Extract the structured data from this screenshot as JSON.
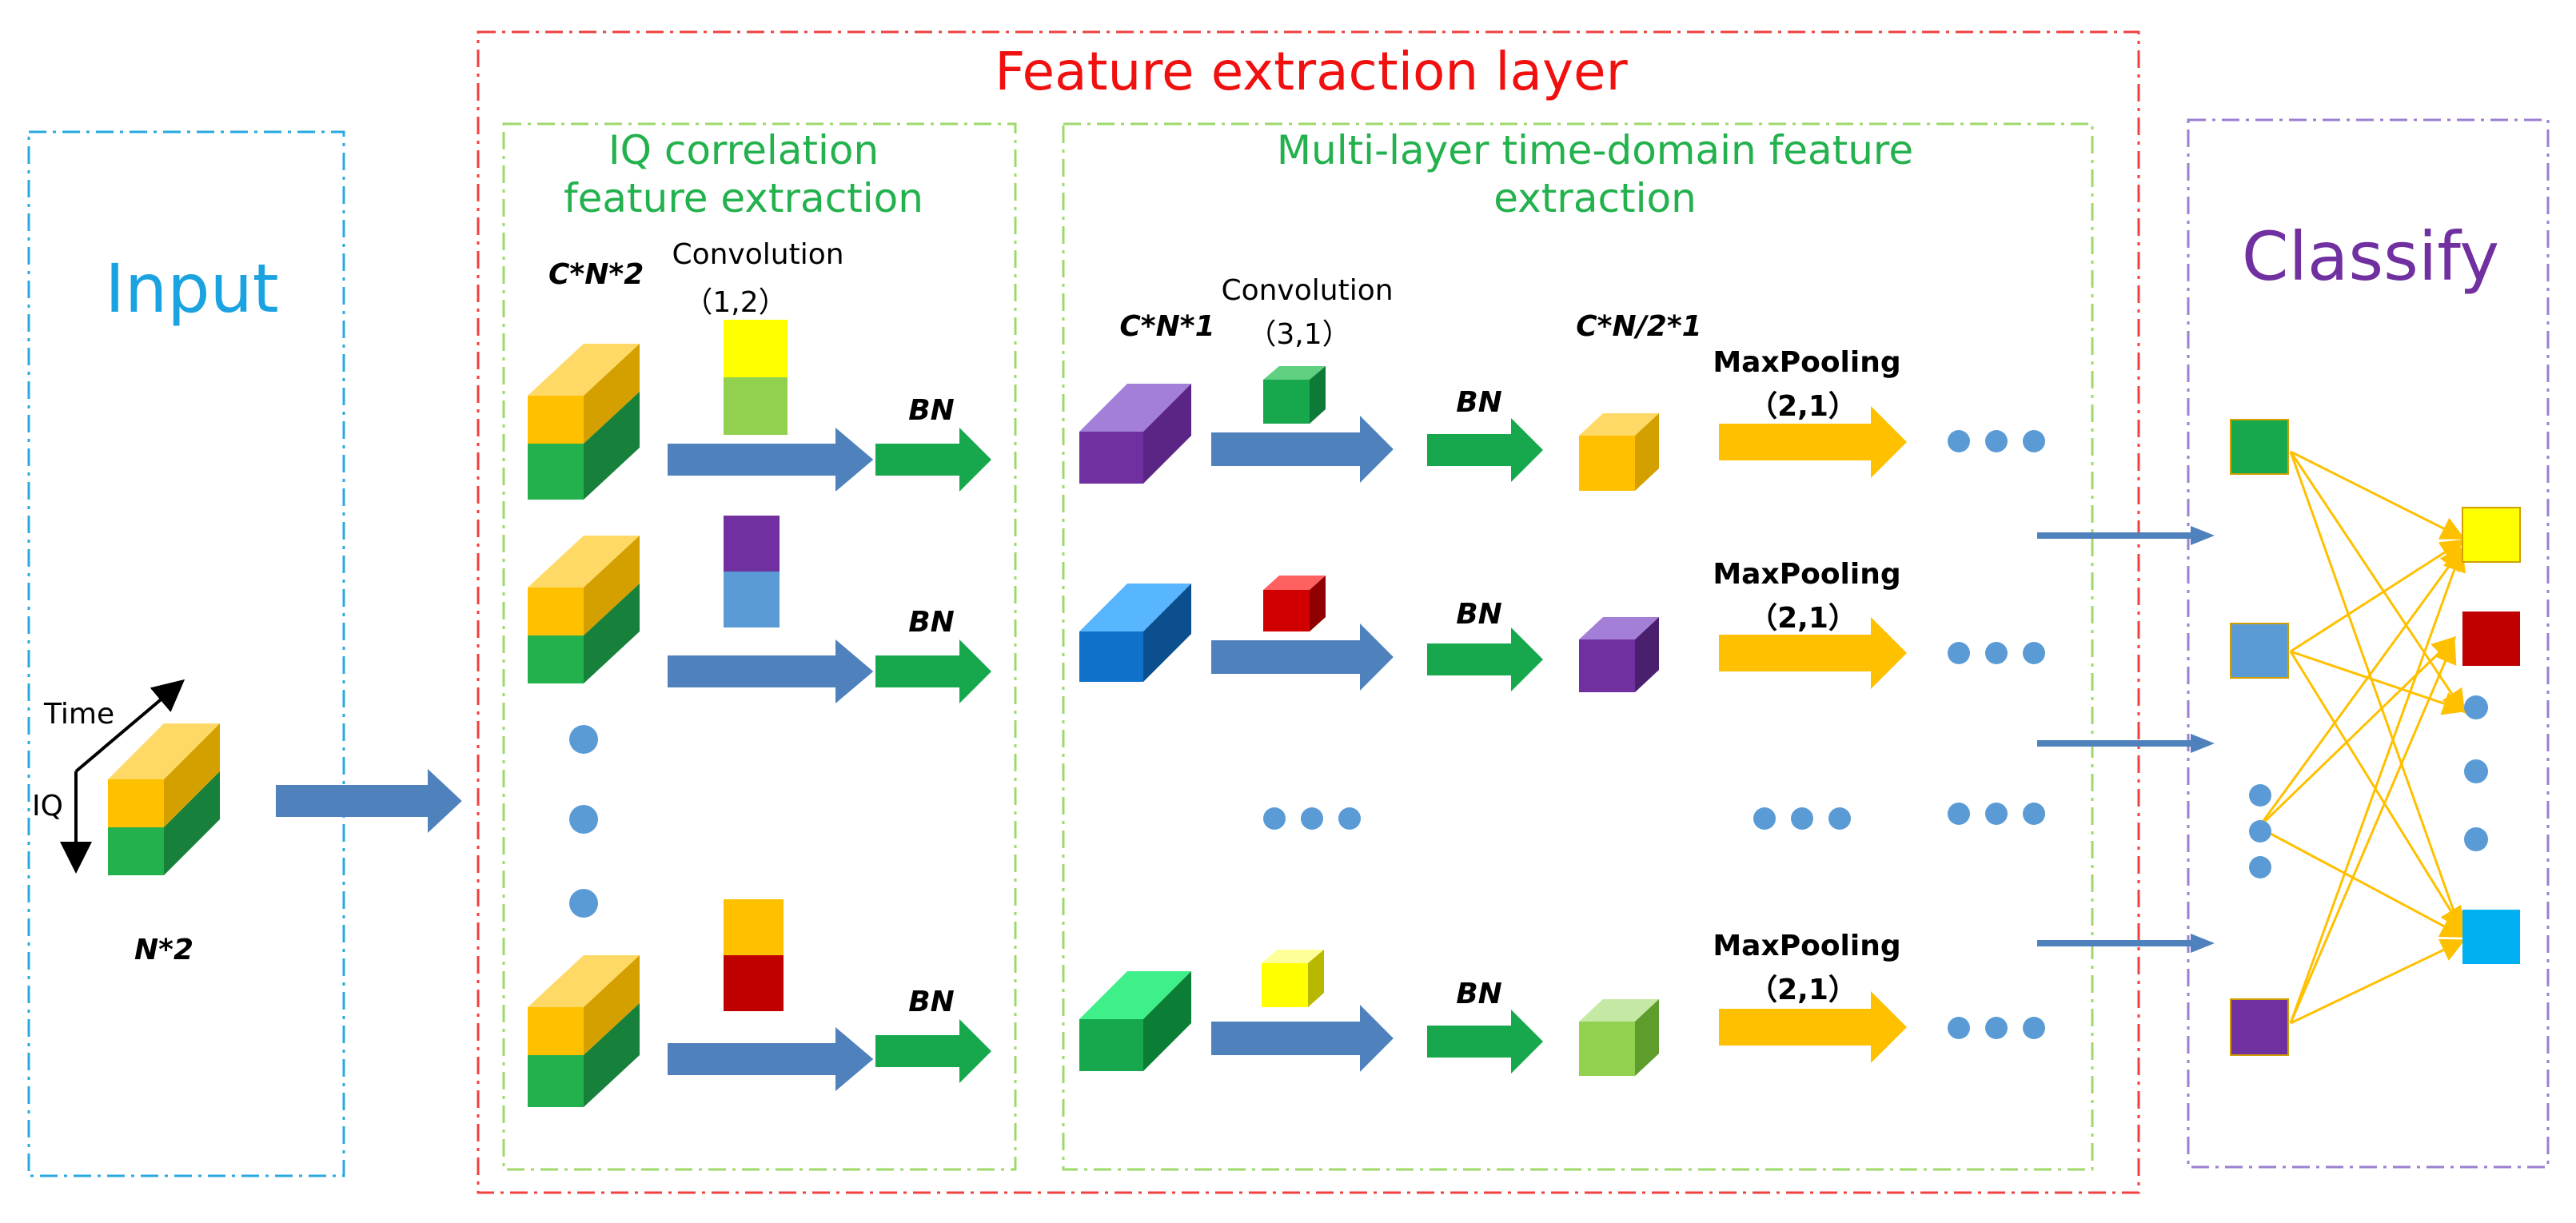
{
  "titles": {
    "input": "Input",
    "feature": "Feature extraction layer",
    "iq": [
      "IQ correlation",
      "feature extraction"
    ],
    "multi": [
      "Multi-layer time-domain feature",
      "extraction"
    ],
    "classify": "Classify"
  },
  "input_block": {
    "time_label": "Time",
    "iq_label": "IQ",
    "shape_label": "N*2"
  },
  "iq_section": {
    "shape_label": "C*N*2",
    "conv_label": "Convolution",
    "conv_kernel": "（1,2）",
    "bn_labels": [
      "BN",
      "BN",
      "BN"
    ]
  },
  "multi_section": {
    "shape_label_1": "C*N*1",
    "conv_label": "Convolution",
    "conv_kernel": "（3,1）",
    "shape_label_2": "C*N/2*1",
    "bn_labels": [
      "BN",
      "BN",
      "BN"
    ],
    "pool_labels": [
      "MaxPooling",
      "MaxPooling",
      "MaxPooling"
    ],
    "pool_kernels": [
      "（2,1）",
      "（2,1）",
      "（2,1）"
    ]
  },
  "colors": {
    "input_border": "#29a9e1",
    "feature_border": "#f04040",
    "sub_border": "#9fd86a",
    "classify_border": "#9b7fd1",
    "input_title": "#1aa3e0",
    "feature_title": "#f01010",
    "sub_title": "#22b14c",
    "classify_title": "#7030a0",
    "blue_arrow": "#4f81bd",
    "green_arrow": "#17a84d",
    "gold_arrow": "#ffc000",
    "dots": "#5b9bd5"
  }
}
